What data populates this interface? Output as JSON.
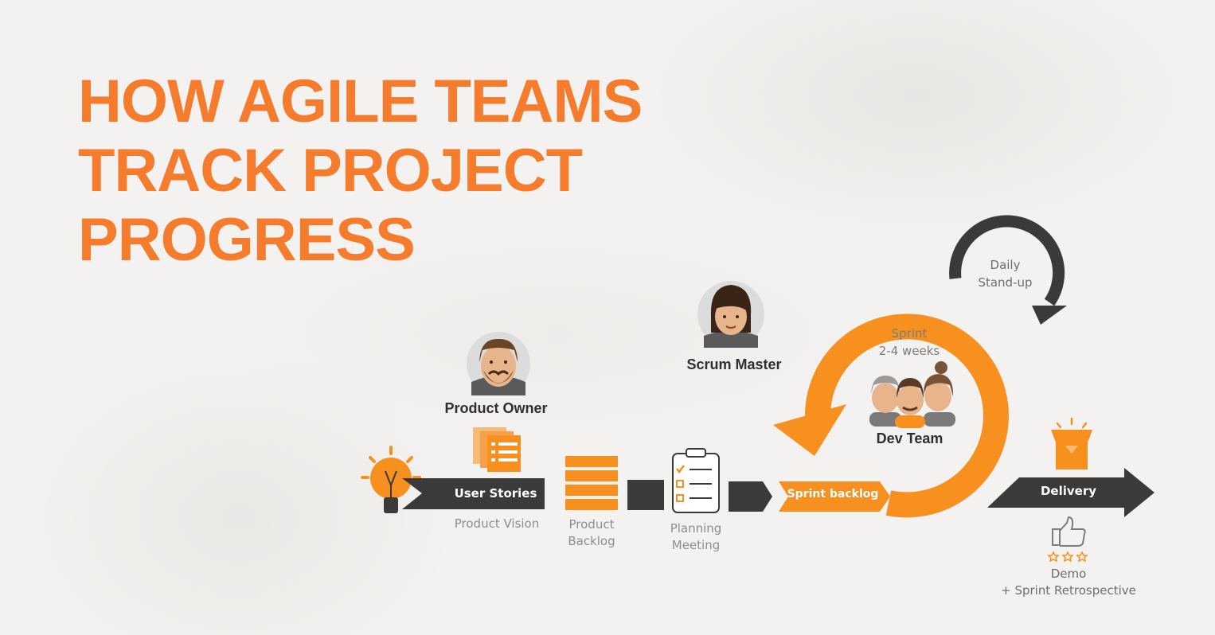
{
  "title": {
    "line1": "HOW AGILE TEAMS",
    "line2": "TRACK PROJECT",
    "line3": "PROGRESS"
  },
  "roles": {
    "product_owner": "Product Owner",
    "scrum_master": "Scrum Master",
    "dev_team": "Dev Team"
  },
  "flow": {
    "user_stories": "User Stories",
    "product_vision": "Product Vision",
    "product_backlog_line1": "Product",
    "product_backlog_line2": "Backlog",
    "planning_line1": "Planning",
    "planning_line2": "Meeting",
    "sprint_backlog": "Sprint backlog",
    "delivery": "Delivery"
  },
  "sprint": {
    "line1": "Sprint",
    "line2": "2-4 weeks"
  },
  "daily": {
    "line1": "Daily",
    "line2": "Stand-up"
  },
  "demo": {
    "line1": "Demo",
    "line2": "+ Sprint Retrospective"
  },
  "colors": {
    "orange": "#f7901e",
    "title_orange": "#f47c2c",
    "dark": "#3a3a3a",
    "background": "#f3f2f0"
  },
  "icons": [
    "lightbulb-icon",
    "user-stories-docs-icon",
    "backlog-stack-icon",
    "planning-clipboard-icon",
    "delivery-box-icon",
    "thumbs-up-icon",
    "rating-stars-icon"
  ]
}
